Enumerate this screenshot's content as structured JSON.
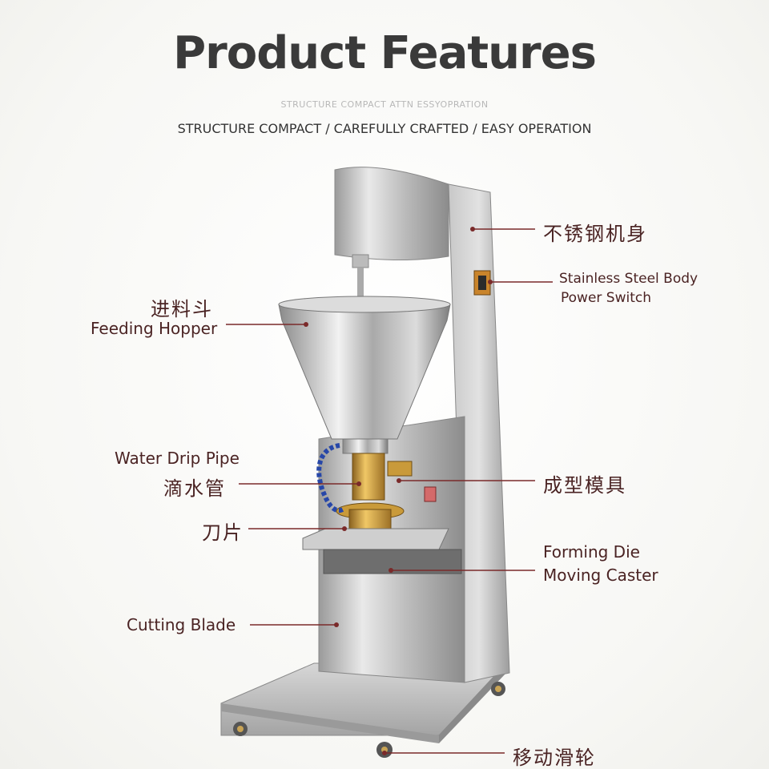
{
  "header": {
    "title": "Product Features",
    "ghost_text": "STRUCTURE COMPACT ATTN ESSYOPRATION",
    "subtitle": "STRUCTURE COMPACT / CAREFULLY CRAFTED / EASY OPERATION"
  },
  "labels": {
    "body_cn": "不锈钢机身",
    "body_en": "Stainless Steel Body",
    "power_en": "Power Switch",
    "hopper_cn": "进料斗",
    "hopper_en": "Feeding Hopper",
    "pipe_en": "Water Drip Pipe",
    "pipe_cn": "滴水管",
    "die_cn": "成型模具",
    "blade_cn": "刀片",
    "die_en_1": "Forming Die",
    "die_en_2": "Moving Caster",
    "blade_en": "Cutting Blade",
    "caster_cn": "移动滑轮"
  },
  "colors": {
    "accent": "#7a2a2a",
    "steel_light": "#e6e6e6",
    "steel_dark": "#8a8a8a",
    "brass": "#c99a3a"
  }
}
